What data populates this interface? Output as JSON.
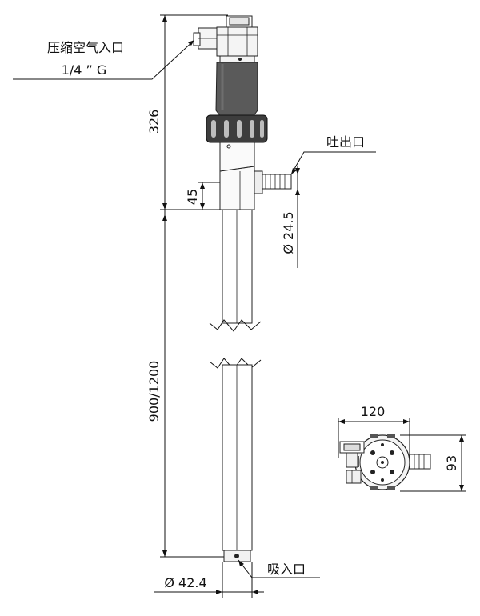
{
  "labels": {
    "air_inlet": "压缩空气入口",
    "air_inlet_thread": "1/4 ” G",
    "outlet": "吐出口",
    "suction_inlet": "吸入口"
  },
  "dimensions": {
    "upper_height": "326",
    "outlet_height": "45",
    "outlet_diameter": "Ø 24.5",
    "tube_length": "900/1200",
    "tube_diameter": "Ø 42.4",
    "width": "120",
    "depth": "93"
  },
  "colors": {
    "line": "#111111",
    "motor_dark": "#555555",
    "ring_dark": "#3a3a3a",
    "metal_light": "#f2f2f2"
  }
}
